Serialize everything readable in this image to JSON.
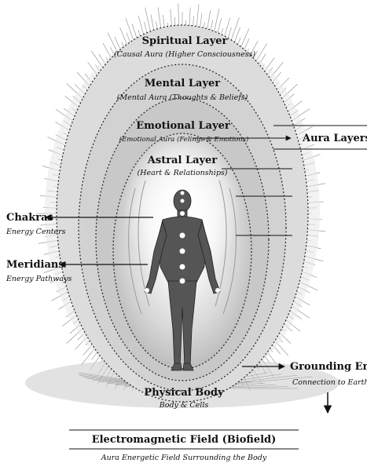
{
  "layers": {
    "spiritual": {
      "title": "Spiritual Layer",
      "subtitle": "(Causal Aura (Higher Consciousness)"
    },
    "mental": {
      "title": "Mental Layer",
      "subtitle": "(Mental Aura (Thoughts & Beliefs)"
    },
    "emotional": {
      "title": "Emotional Layer",
      "subtitle": "(Emotional Aura (Felings & Emotions)"
    },
    "astral": {
      "title": "Astral Layer",
      "subtitle": "(Heart & Relationships)"
    },
    "physical": {
      "title": "Physical Body",
      "subtitle": "Body & Cells"
    }
  },
  "callouts": {
    "aura_layers": {
      "title": "Aura Layers"
    },
    "chakras": {
      "title": "Chakras",
      "subtitle": "Energy Centers"
    },
    "meridians": {
      "title": "Meridians",
      "subtitle": "Energy Pathways"
    },
    "grounding": {
      "title": "Grounding Energy",
      "subtitle": "Connection to Earth"
    }
  },
  "footer": {
    "title": "Electromagnetic Field (Biofield)",
    "subtitle": "Aura Energetic Field Surrounding the Body"
  }
}
